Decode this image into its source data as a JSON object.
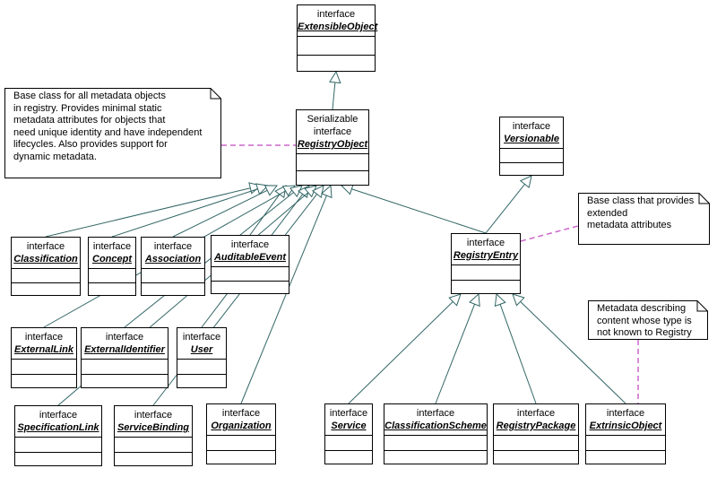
{
  "classes": [
    {
      "id": "extensible",
      "stereotypes": [
        "interface"
      ],
      "name": "ExtensibleObject"
    },
    {
      "id": "registryobject",
      "stereotypes": [
        "Serializable",
        "interface"
      ],
      "name": "RegistryObject"
    },
    {
      "id": "versionable",
      "stereotypes": [
        "interface"
      ],
      "name": "Versionable"
    },
    {
      "id": "classification",
      "stereotypes": [
        "interface"
      ],
      "name": "Classification"
    },
    {
      "id": "concept",
      "stereotypes": [
        "interface"
      ],
      "name": "Concept"
    },
    {
      "id": "association",
      "stereotypes": [
        "interface"
      ],
      "name": "Association"
    },
    {
      "id": "auditableevent",
      "stereotypes": [
        "interface"
      ],
      "name": "AuditableEvent"
    },
    {
      "id": "registryentry",
      "stereotypes": [
        "interface"
      ],
      "name": "RegistryEntry"
    },
    {
      "id": "externallink",
      "stereotypes": [
        "interface"
      ],
      "name": "ExternalLink"
    },
    {
      "id": "externalidentifier",
      "stereotypes": [
        "interface"
      ],
      "name": "ExternalIdentifier"
    },
    {
      "id": "user",
      "stereotypes": [
        "interface"
      ],
      "name": "User"
    },
    {
      "id": "specificationlink",
      "stereotypes": [
        "interface"
      ],
      "name": "SpecificationLink"
    },
    {
      "id": "servicebinding",
      "stereotypes": [
        "interface"
      ],
      "name": "ServiceBinding"
    },
    {
      "id": "organization",
      "stereotypes": [
        "interface"
      ],
      "name": "Organization"
    },
    {
      "id": "service",
      "stereotypes": [
        "interface"
      ],
      "name": "Service"
    },
    {
      "id": "classificationscheme",
      "stereotypes": [
        "interface"
      ],
      "name": "ClassificationScheme"
    },
    {
      "id": "registrypackage",
      "stereotypes": [
        "interface"
      ],
      "name": "RegistryPackage"
    },
    {
      "id": "extrinsicobject",
      "stereotypes": [
        "interface"
      ],
      "name": "ExtrinsicObject"
    }
  ],
  "notes": [
    {
      "id": "note-registryobject",
      "lines": [
        "Base class for all metadata objects",
        "in registry. Provides minimal static",
        "metadata attributes for objects that",
        "need unique identity and have independent",
        "lifecycles. Also provides support for",
        "dynamic metadata."
      ]
    },
    {
      "id": "note-registryentry",
      "lines": [
        "Base class that provides",
        "extended",
        "metadata attributes"
      ]
    },
    {
      "id": "note-extrinsic",
      "lines": [
        "Metadata describing",
        "content whose type is",
        "not known to Registry"
      ]
    }
  ],
  "colors": {
    "border": "#000000",
    "generalization_line": "#336666",
    "note_link": "#cc66cc"
  }
}
